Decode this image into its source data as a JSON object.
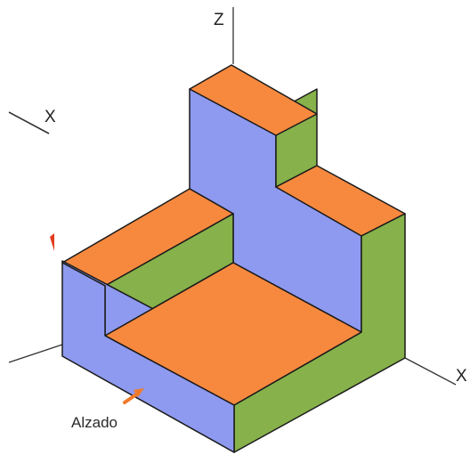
{
  "axes": {
    "z_label": "Z",
    "x_left_label": "X",
    "x_right_label": "X"
  },
  "caption": {
    "text": "Alzado"
  },
  "colors": {
    "top_face": "#F7893F",
    "front_face": "#8E9AEF",
    "side_face": "#86B14B",
    "edge": "#1a1a1a",
    "axis": "#333333",
    "arrow": "#F07A2A",
    "red_mark": "#E23A1C"
  }
}
